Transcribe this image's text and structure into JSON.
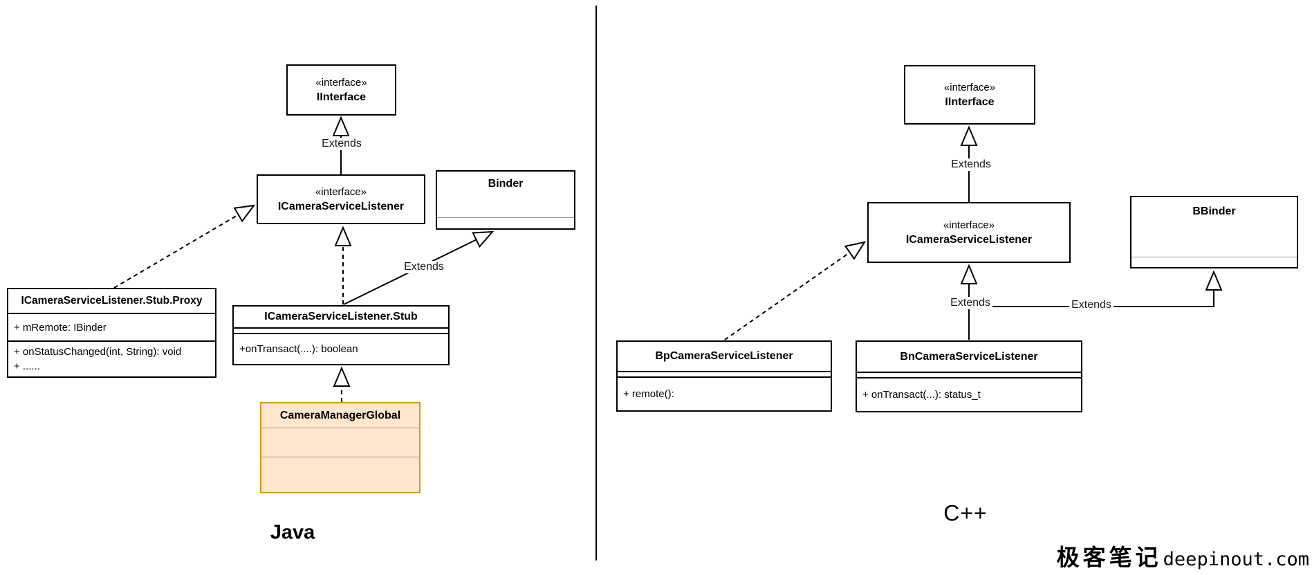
{
  "panels": {
    "left": {
      "caption": "Java",
      "iinterface": {
        "stereotype": "«interface»",
        "name": "IInterface"
      },
      "listener": {
        "stereotype": "«interface»",
        "name": "ICameraServiceListener"
      },
      "binder": {
        "name": "Binder"
      },
      "proxy": {
        "name": "ICameraServiceListener.Stub.Proxy",
        "attributes": [
          "+ mRemote: IBinder"
        ],
        "methods": [
          "+ onStatusChanged(int, String): void",
          "+ ......"
        ]
      },
      "stub": {
        "name": "ICameraServiceListener.Stub",
        "methods": [
          "+onTransact(....): boolean"
        ]
      },
      "manager": {
        "name": "CameraManagerGlobal"
      },
      "edge_labels": {
        "top_extends": "Extends",
        "binder_extends": "Extends"
      }
    },
    "right": {
      "caption": "C++",
      "iinterface": {
        "stereotype": "«interface»",
        "name": "IInterface"
      },
      "listener": {
        "stereotype": "«interface»",
        "name": "ICameraServiceListener"
      },
      "bbinder": {
        "name": "BBinder"
      },
      "bp": {
        "name": "BpCameraServiceListener",
        "methods": [
          "+ remote():"
        ]
      },
      "bn": {
        "name": "BnCameraServiceListener",
        "methods": [
          "+ onTransact(...): status_t"
        ]
      },
      "edge_labels": {
        "top_extends": "Extends",
        "listener_extends": "Extends",
        "bbinder_extends": "Extends"
      }
    }
  },
  "watermark": {
    "brand_cn": "极客笔记",
    "brand_site": "deepinout.com"
  },
  "colors": {
    "box_stroke": "#000000",
    "highlight_stroke": "#d79b00",
    "highlight_fill": "#ffe6cc",
    "inner_divider": "#999999"
  }
}
